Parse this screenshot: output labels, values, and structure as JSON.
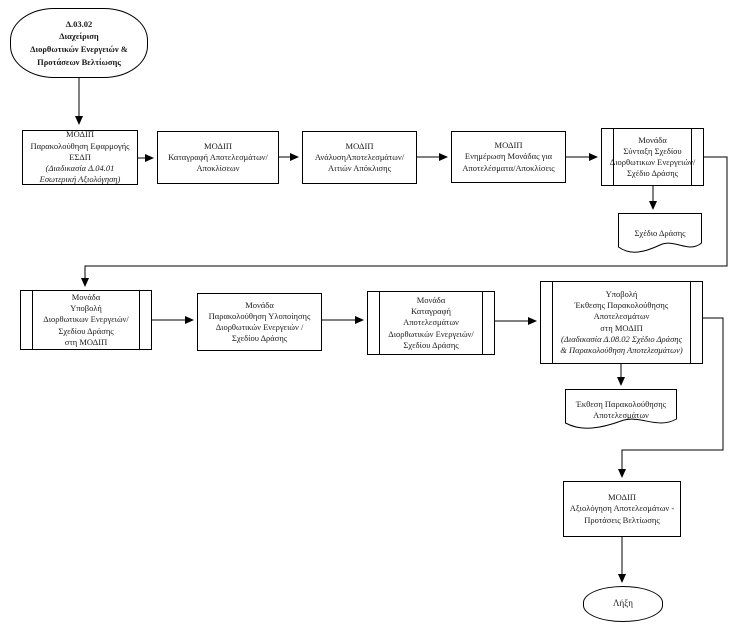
{
  "diagram": {
    "process_code": "Δ.03.02",
    "nodes": {
      "start": {
        "type": "terminator",
        "lines": [
          {
            "t": "Δ.03.02",
            "b": true
          },
          {
            "t": "Διαχείριση",
            "b": true
          },
          {
            "t": "Διορθωτικών Ενεργειών &",
            "b": true
          },
          {
            "t": "Προτάσεων Βελτίωσης",
            "b": true
          }
        ]
      },
      "monitor_esdp": {
        "type": "process",
        "lines": [
          {
            "t": "ΜΟΔΙΠ"
          },
          {
            "t": "Παρακολούθηση Εφαρμογής"
          },
          {
            "t": "ΕΣΔΠ"
          },
          {
            "t": "(Διαδικασία Δ.04.01",
            "i": true
          },
          {
            "t": "Εσωτερική Αξιολόγηση)",
            "i": true
          }
        ]
      },
      "record_results": {
        "type": "process",
        "lines": [
          {
            "t": "ΜΟΔΙΠ"
          },
          {
            "t": "Καταγραφή Αποτελεσμάτων/"
          },
          {
            "t": "Αποκλίσεων"
          }
        ]
      },
      "analyze_results": {
        "type": "process",
        "lines": [
          {
            "t": "ΜΟΔΙΠ"
          },
          {
            "t": "ΑνάλυσηΑποτελεσμάτων/"
          },
          {
            "t": "Αιτιών Απόκλισης"
          }
        ]
      },
      "inform_unit": {
        "type": "process",
        "lines": [
          {
            "t": "ΜΟΔΙΠ"
          },
          {
            "t": "Ενημέρωση Μονάδας για"
          },
          {
            "t": "Αποτελέσματα/Αποκλίσεις"
          }
        ]
      },
      "draft_plan": {
        "type": "predefined-process",
        "lines": [
          {
            "t": "Μονάδα"
          },
          {
            "t": "Σύνταξη Σχεδίου"
          },
          {
            "t": "Διορθωτικων Ενεργειών/"
          },
          {
            "t": "Σχέδιο Δράσης"
          }
        ]
      },
      "doc_action_plan": {
        "type": "document",
        "lines": [
          {
            "t": "Σχέδιο Δράσης"
          }
        ]
      },
      "submit_actions": {
        "type": "predefined-process",
        "lines": [
          {
            "t": "Μονάδα"
          },
          {
            "t": "Υποβολή"
          },
          {
            "t": "Διορθωτικων Ενεργειών/"
          },
          {
            "t": "Σχεδίου Δράσης"
          },
          {
            "t": "στη ΜΟΔΙΠ"
          }
        ]
      },
      "monitor_impl": {
        "type": "process",
        "lines": [
          {
            "t": "Μονάδα"
          },
          {
            "t": "Παρακολούθηση Υλοποίησης"
          },
          {
            "t": "Διορθωτικών Ενεργειών /"
          },
          {
            "t": "Σχεδίου Δράσης"
          }
        ]
      },
      "record_action_results": {
        "type": "predefined-process",
        "lines": [
          {
            "t": "Μονάδα"
          },
          {
            "t": "Καταγραφή"
          },
          {
            "t": "Αποτελεσμάτων"
          },
          {
            "t": "Διορθωτικών Ενεργειών/"
          },
          {
            "t": "Σχεδίου Δράσης"
          }
        ]
      },
      "submit_report": {
        "type": "predefined-process",
        "lines": [
          {
            "t": "Υποβολή"
          },
          {
            "t": "Έκθεσης Παρακολούθησης"
          },
          {
            "t": "Αποτελεσμάτων"
          },
          {
            "t": "στη ΜΟΔΙΠ"
          },
          {
            "t": "(Διαδικασία Δ.08.02 Σχέδιο Δράσης",
            "i": true
          },
          {
            "t": "& Παρακολούθηση Αποτελεσμάτων)",
            "i": true
          }
        ]
      },
      "doc_report": {
        "type": "document",
        "lines": [
          {
            "t": "Έκθεση Παρακολούθησης"
          },
          {
            "t": "Αποτελεσμάτων"
          }
        ]
      },
      "evaluate": {
        "type": "process",
        "lines": [
          {
            "t": "ΜΟΔΙΠ"
          },
          {
            "t": "Αξιολόγηση Αποτελεσμάτων -"
          },
          {
            "t": "Προτάσεις Βελτίωσης"
          }
        ]
      },
      "end": {
        "type": "terminator",
        "lines": [
          {
            "t": "Λήξη"
          }
        ]
      }
    },
    "line_color": "#000000",
    "background_color": "#ffffff"
  }
}
